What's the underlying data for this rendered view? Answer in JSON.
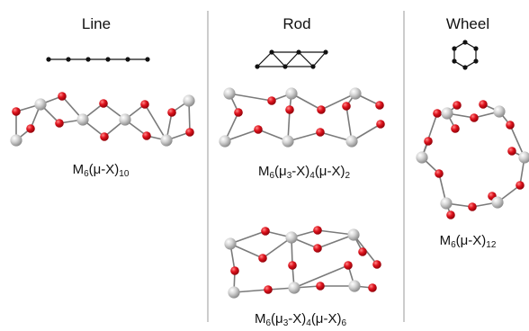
{
  "columns": {
    "line": {
      "title": "Line",
      "formula": [
        "M",
        "6",
        "(μ-X)",
        "10",
        ""
      ]
    },
    "rod": {
      "title": "Rod",
      "formula_top": [
        "M",
        "6",
        "(μ",
        "3",
        "-X)",
        "4",
        "(μ-X)",
        "2",
        ""
      ],
      "formula_bottom": [
        "M",
        "6",
        "(μ",
        "3",
        "-X)",
        "4",
        "(μ-X)",
        "6",
        ""
      ]
    },
    "wheel": {
      "title": "Wheel",
      "formula": [
        "M",
        "6",
        "(μ-X)",
        "12",
        ""
      ]
    }
  },
  "colors": {
    "metal_atom": "#c8c8c8",
    "bridging_atom": "#e0141e",
    "bond": "#7a7a7a",
    "schematic": "#111111",
    "divider": "#9a9a9a"
  }
}
